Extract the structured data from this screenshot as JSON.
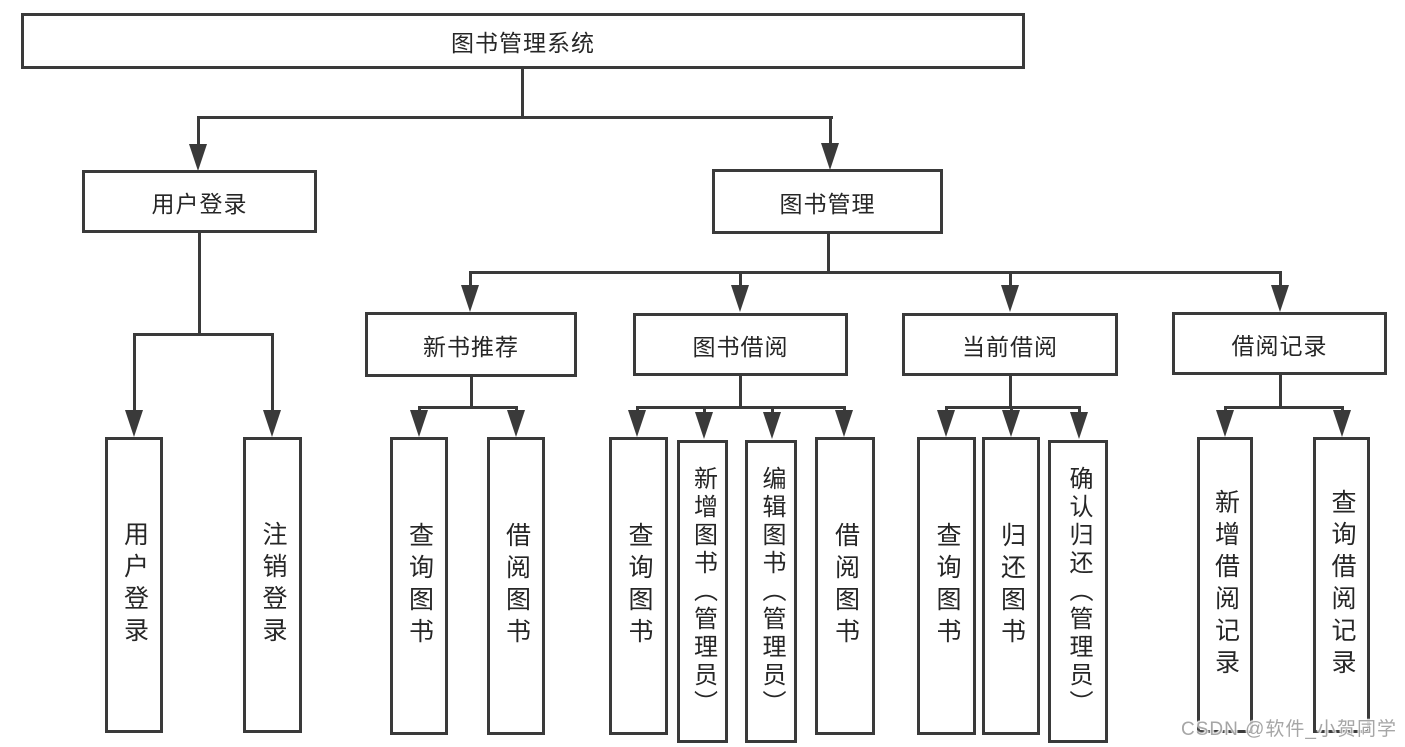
{
  "tree": {
    "label": "图书管理系统",
    "children": [
      {
        "label": "用户登录",
        "children": [
          {
            "label": "用户登录"
          },
          {
            "label": "注销登录"
          }
        ]
      },
      {
        "label": "图书管理",
        "children": [
          {
            "label": "新书推荐",
            "children": [
              {
                "label": "查询图书"
              },
              {
                "label": "借阅图书"
              }
            ]
          },
          {
            "label": "图书借阅",
            "children": [
              {
                "label": "查询图书"
              },
              {
                "label": "新增图书（管理员）"
              },
              {
                "label": "编辑图书（管理员）"
              },
              {
                "label": "借阅图书"
              }
            ]
          },
          {
            "label": "当前借阅",
            "children": [
              {
                "label": "查询图书"
              },
              {
                "label": "归还图书"
              },
              {
                "label": "确认归还（管理员）"
              }
            ]
          },
          {
            "label": "借阅记录",
            "children": [
              {
                "label": "新增借阅记录"
              },
              {
                "label": "查询借阅记录"
              }
            ]
          }
        ]
      }
    ]
  },
  "watermark": "CSDN @软件_小贺同学",
  "colors": {
    "line": "#3a3a3a",
    "text": "#262626",
    "watermark": "#a6a6a6",
    "background": "#ffffff"
  }
}
